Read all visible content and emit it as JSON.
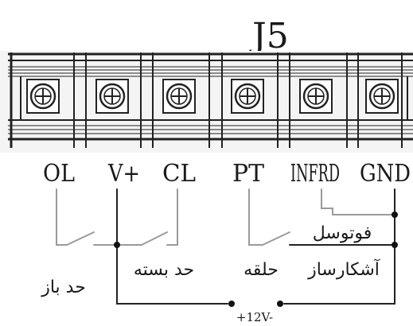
{
  "connector": {
    "title": "J5",
    "terminals": [
      "OL",
      "V+",
      "CL",
      "PT",
      "INFRD",
      "GND"
    ]
  },
  "labels": {
    "open_limit": "حد باز",
    "close_limit": "حد بسته",
    "loop": "حلقه",
    "detector": "آشکارساز",
    "photocell": "فوتوسل",
    "power": "+12V-"
  },
  "colors": {
    "ink": "#1a1a1a",
    "wire": "#222222",
    "wire_light": "#9a9a9a",
    "block_fill": "#f4f4f4"
  }
}
